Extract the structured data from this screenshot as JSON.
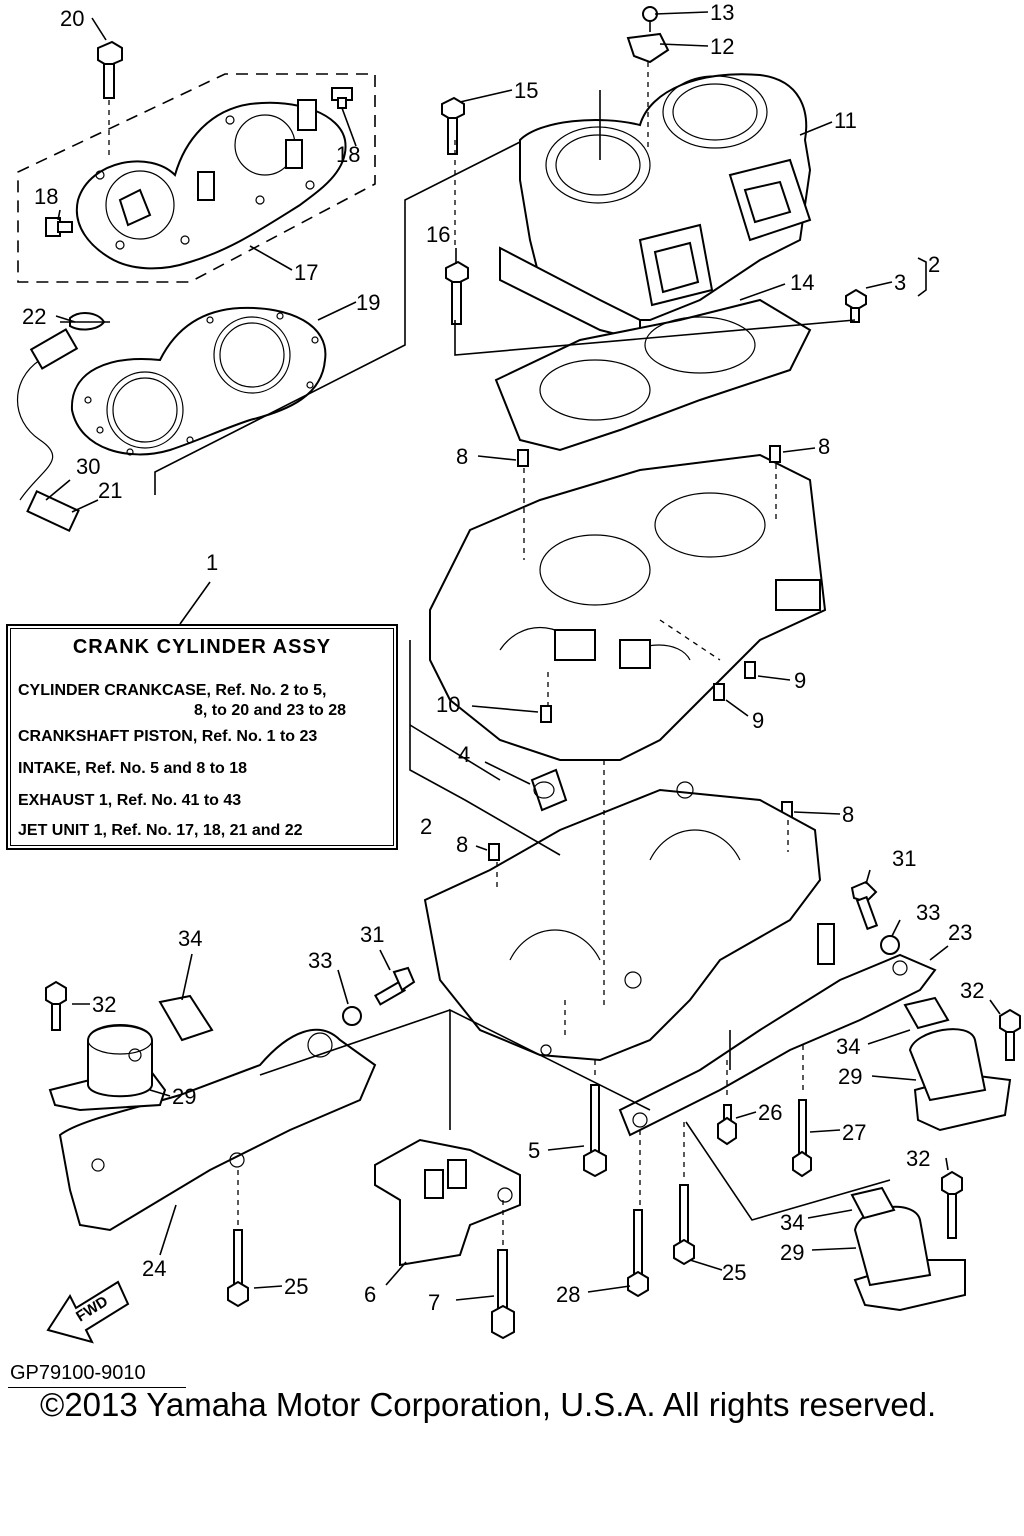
{
  "callouts": {
    "c1": "1",
    "c2a": "2",
    "c2b": "2",
    "c3": "3",
    "c4": "4",
    "c5": "5",
    "c6": "6",
    "c7": "7",
    "c8a": "8",
    "c8b": "8",
    "c8c": "8",
    "c8d": "8",
    "c9a": "9",
    "c9b": "9",
    "c10": "10",
    "c11": "11",
    "c12": "12",
    "c13": "13",
    "c14": "14",
    "c15": "15",
    "c16": "16",
    "c17": "17",
    "c18a": "18",
    "c18b": "18",
    "c19": "19",
    "c20": "20",
    "c21": "21",
    "c22": "22",
    "c23": "23",
    "c24": "24",
    "c25a": "25",
    "c25b": "25",
    "c26": "26",
    "c27": "27",
    "c28": "28",
    "c29a": "29",
    "c29b": "29",
    "c29c": "29",
    "c30": "30",
    "c31a": "31",
    "c31b": "31",
    "c32a": "32",
    "c32b": "32",
    "c32c": "32",
    "c33a": "33",
    "c33b": "33",
    "c34a": "34",
    "c34b": "34",
    "c34c": "34"
  },
  "assy_box": {
    "title": "CRANK  CYLINDER  ASSY",
    "lines": [
      "CYLINDER CRANKCASE, Ref. No. 2 to 5,",
      "8, to 20 and 23 to 28",
      "CRANKSHAFT PISTON, Ref. No. 1 to 23",
      "INTAKE, Ref. No. 5 and 8 to 18",
      "EXHAUST 1, Ref. No. 41 to 43",
      "JET UNIT 1, Ref. No. 17, 18, 21 and 22"
    ]
  },
  "fwd_label": "FWD",
  "doc_code": "GP79100-9010",
  "copyright": "©2013 Yamaha Motor Corporation, U.S.A. All rights reserved."
}
